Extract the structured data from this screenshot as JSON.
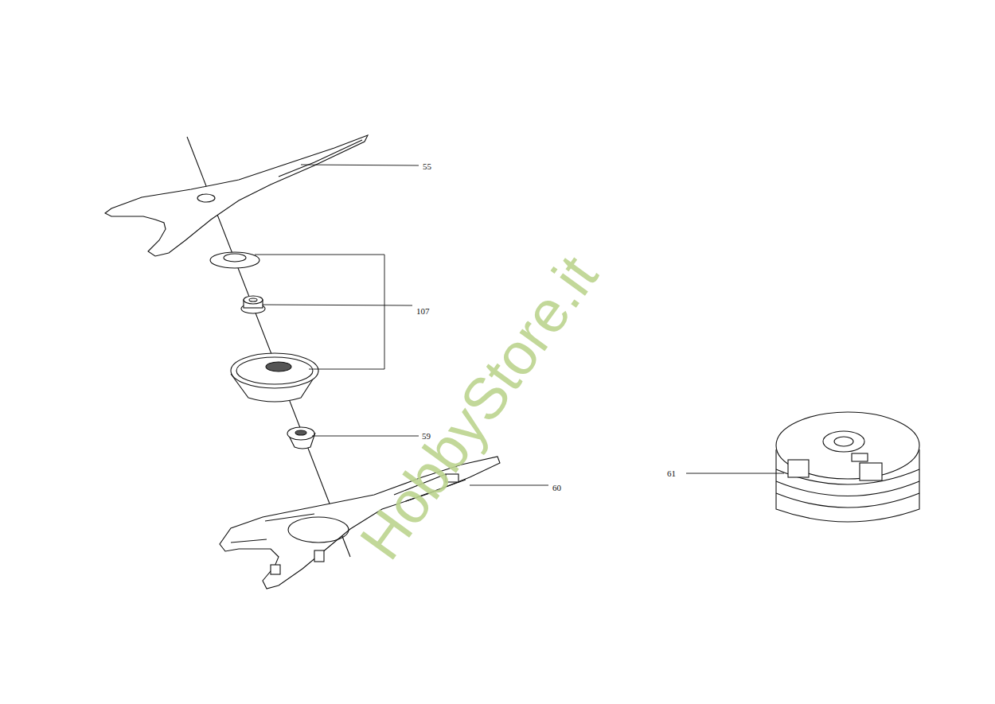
{
  "diagram": {
    "labels": [
      "55",
      "107",
      "59",
      "60",
      "61",
      "HobbyStore.it"
    ]
  }
}
